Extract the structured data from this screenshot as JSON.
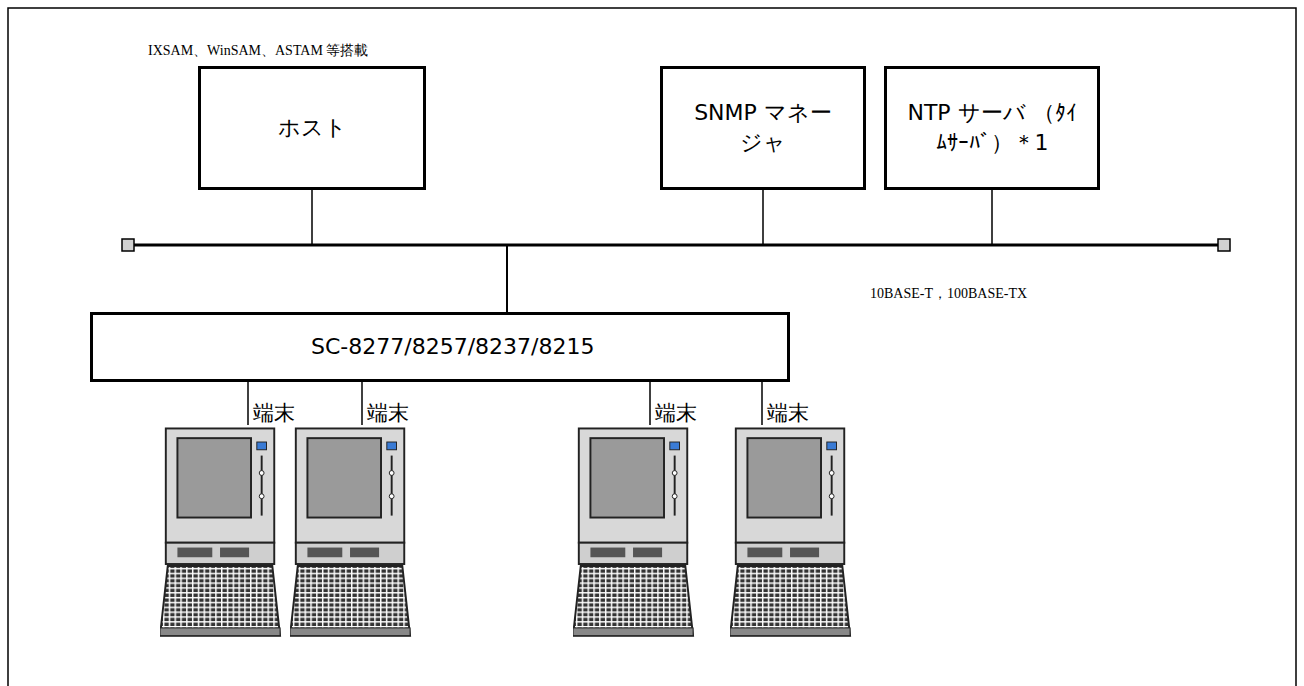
{
  "diagram": {
    "nodes": [
      {
        "text": [
          "ホスト"
        ]
      },
      {
        "text": [
          "SNMP マネージャ"
        ]
      },
      {
        "text": [
          "NTP サーバ （ﾀｲﾑｻｰﾊﾞ）＊1"
        ]
      },
      {
        "text": [
          "SC-8277/8257/8237/8215"
        ]
      },
      {
        "text": [
          "端末"
        ]
      },
      {
        "text": [
          "端末"
        ]
      },
      {
        "text": [
          "端末"
        ]
      },
      {
        "text": [
          "端末"
        ]
      }
    ],
    "edges": [
      {
        "from": 0,
        "to": 3,
        "arrow": "none"
      },
      {
        "from": 1,
        "to": 3,
        "arrow": "none"
      },
      {
        "from": 2,
        "to": 3,
        "arrow": "none"
      },
      {
        "from": 3,
        "to": 4,
        "arrow": "none"
      },
      {
        "from": 3,
        "to": 5,
        "arrow": "none"
      },
      {
        "from": 3,
        "to": 6,
        "arrow": "none"
      },
      {
        "from": 3,
        "to": 7,
        "arrow": "none"
      }
    ],
    "labels": [
      "IXSAM、WinSAM、ASTAM 等搭載",
      "10BASE-T，100BASE-TX"
    ]
  }
}
